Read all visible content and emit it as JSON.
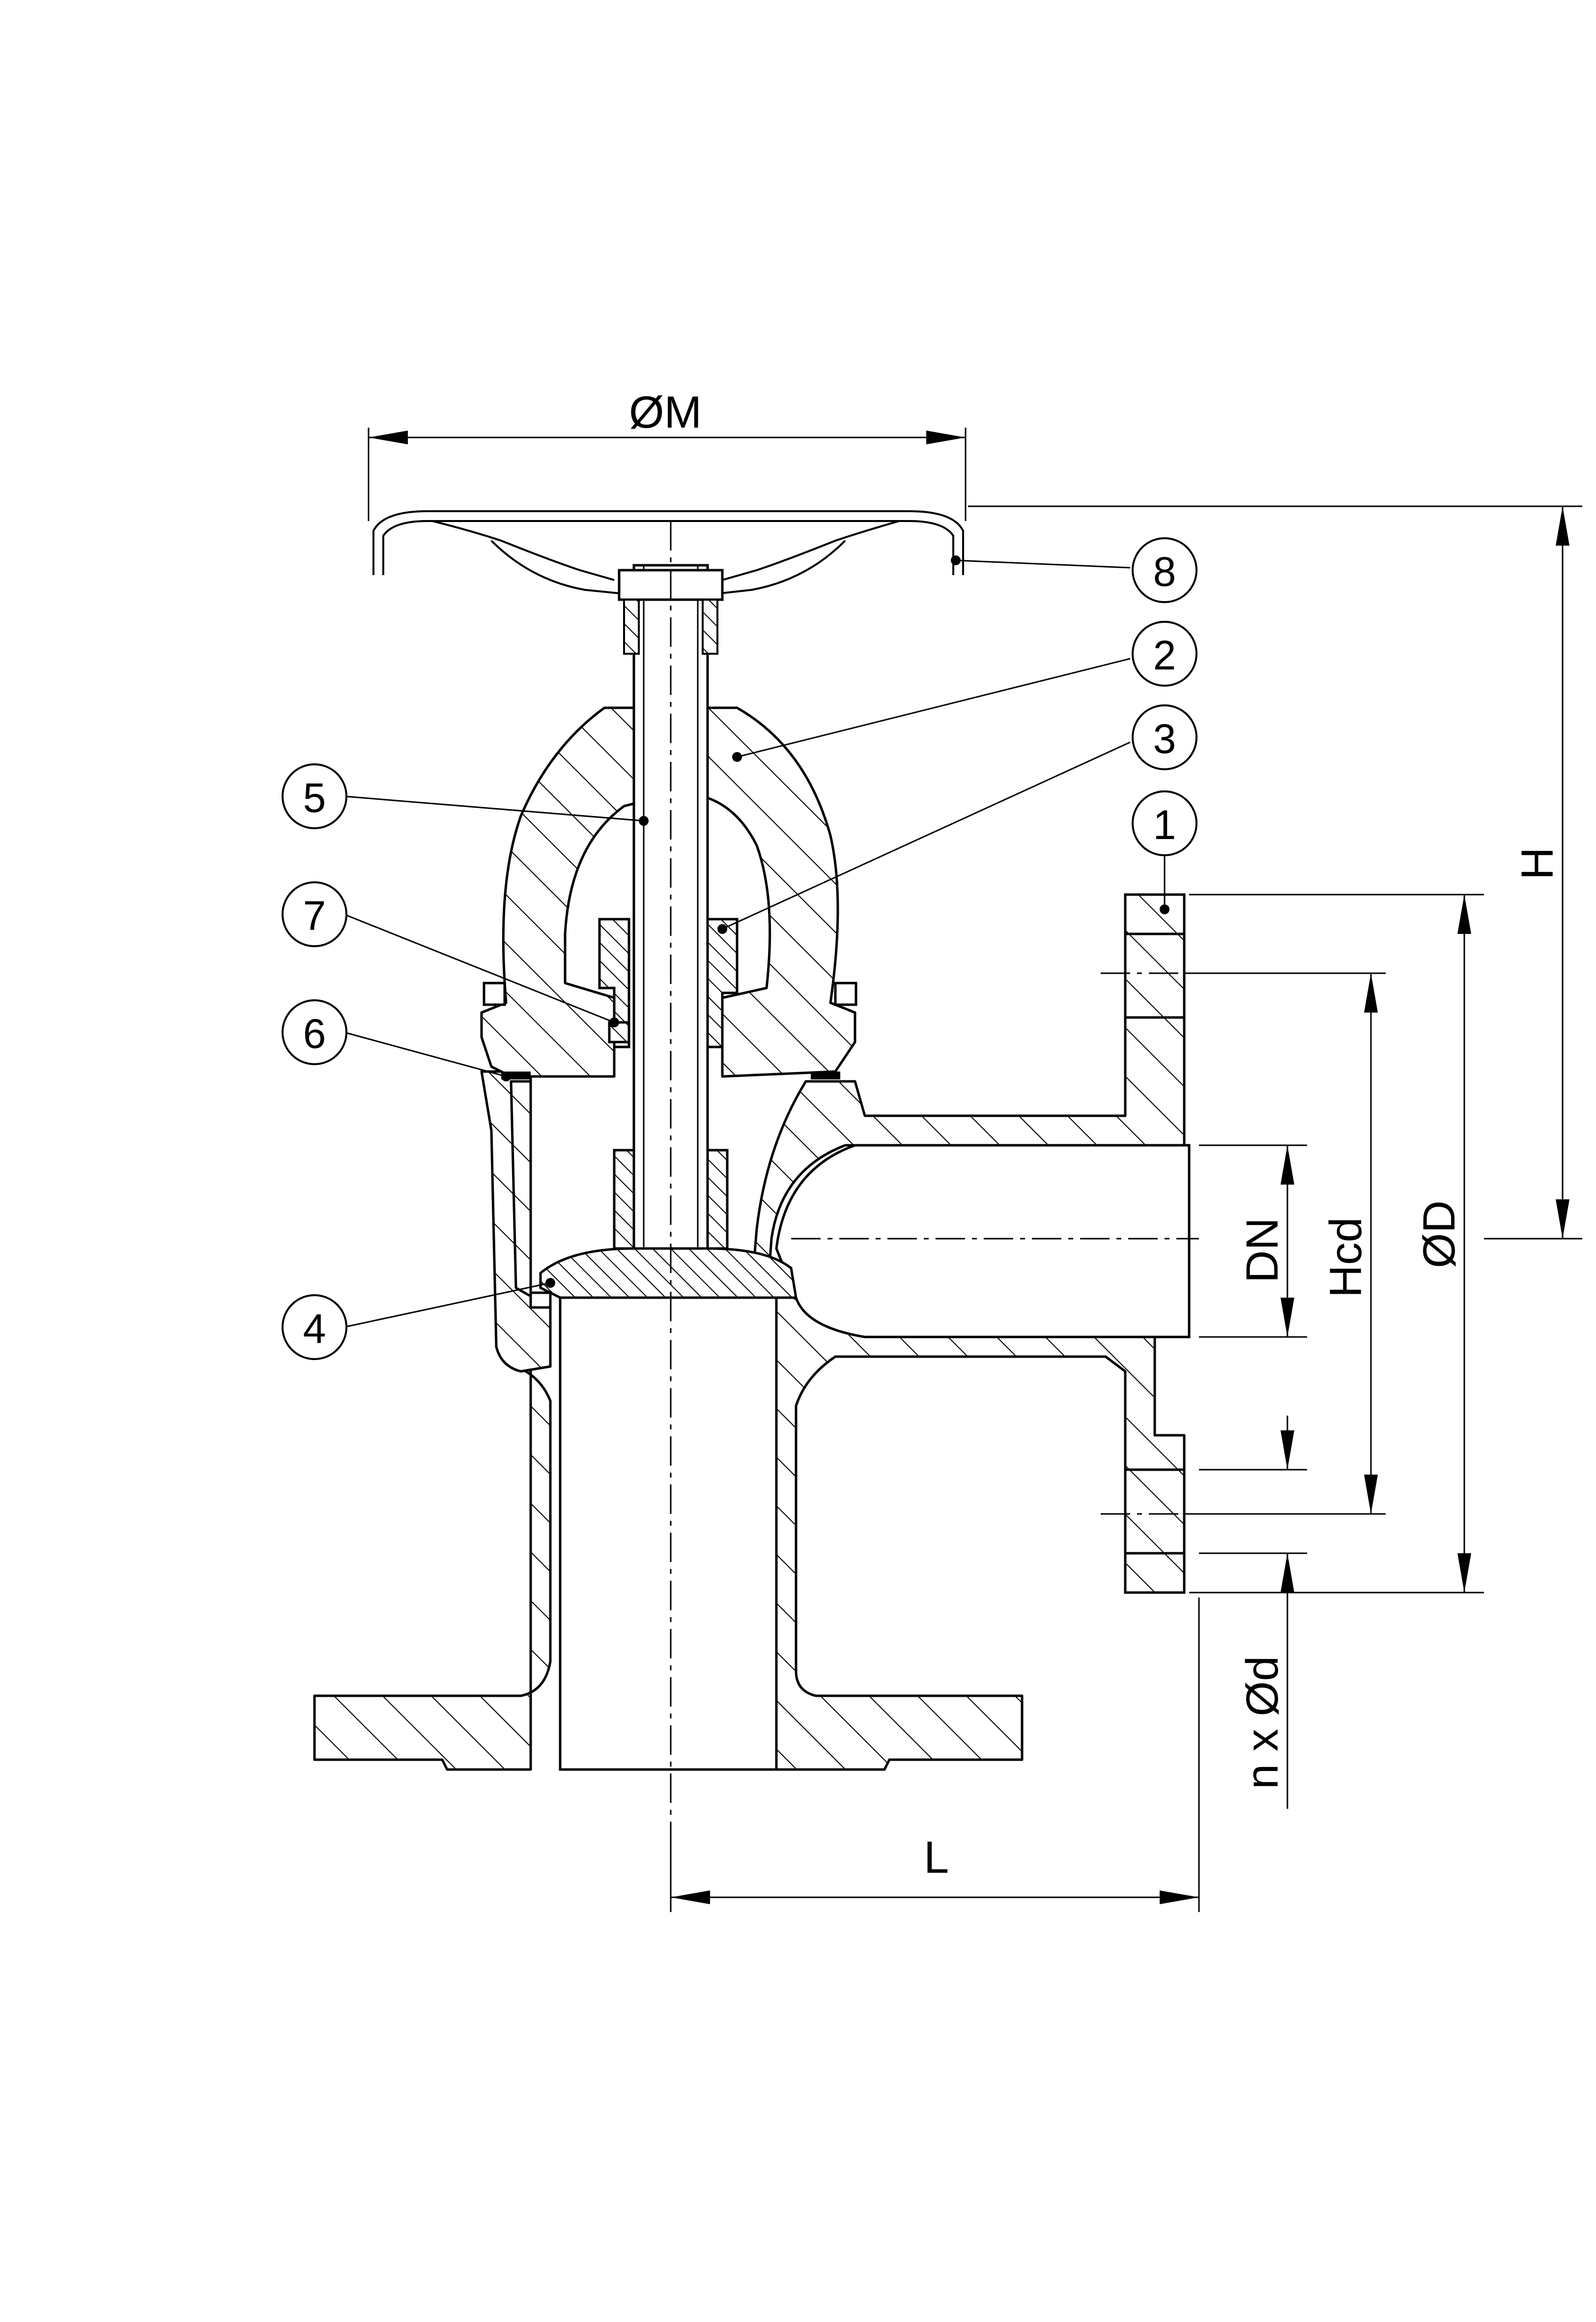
{
  "dimensions": {
    "M": "ØM",
    "H": "H",
    "D": "ØD",
    "Hcd": "Hcd",
    "DN": "DN",
    "nxd": "n x Ød",
    "L": "L"
  },
  "callouts": [
    "1",
    "2",
    "3",
    "4",
    "5",
    "6",
    "7",
    "8"
  ]
}
